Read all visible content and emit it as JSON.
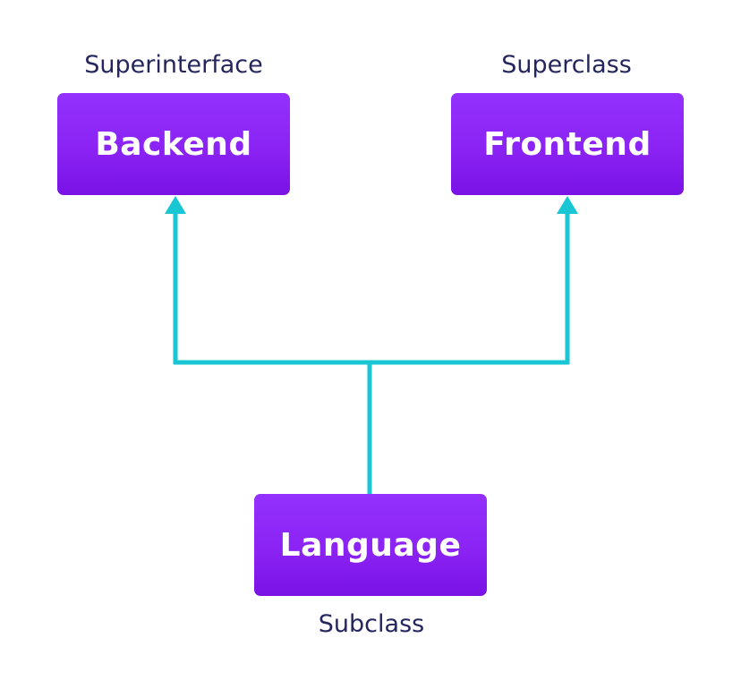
{
  "diagram": {
    "nodes": {
      "backend": {
        "label": "Backend",
        "caption": "Superinterface"
      },
      "frontend": {
        "label": "Frontend",
        "caption": "Superclass"
      },
      "language": {
        "label": "Language",
        "caption": "Subclass"
      }
    },
    "edges": [
      {
        "from": "language",
        "to": "backend"
      },
      {
        "from": "language",
        "to": "frontend"
      }
    ],
    "colors": {
      "box_fill": "#8a23f3",
      "box_text": "#ffffff",
      "caption_text": "#25265e",
      "connector": "#18c6d4"
    }
  }
}
